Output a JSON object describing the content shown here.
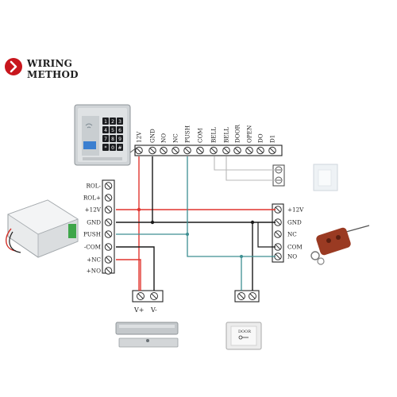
{
  "header": {
    "line1": "WIRING",
    "line2": "METHOD"
  },
  "keypad": {
    "keys": [
      "1",
      "2",
      "3",
      "4",
      "5",
      "6",
      "7",
      "8",
      "9",
      "*",
      "0",
      "#"
    ]
  },
  "top_terminal_labels": [
    "12V",
    "GND",
    "NO",
    "NC",
    "PUSH",
    "COM",
    "BELL",
    "BELL",
    "DOOR",
    "OPEN",
    "DO",
    "D1"
  ],
  "power_terminal_labels": [
    "ROL-",
    "ROL+",
    "+12V",
    "GND",
    "PUSH",
    "-COM",
    "+NC",
    "+NO"
  ],
  "receiver_terminal_labels": [
    "+12V",
    "GND",
    "NC",
    "COM",
    "NO"
  ],
  "lock_terminal_labels": [
    "V+",
    "V-"
  ],
  "exit_button": {
    "label": "DOOR"
  },
  "colors": {
    "wire_red": "#e0352f",
    "wire_black": "#1a1a1a",
    "wire_teal": "#3d8f92",
    "wire_grey": "#b8b8b8",
    "accent": "#c8161d"
  }
}
